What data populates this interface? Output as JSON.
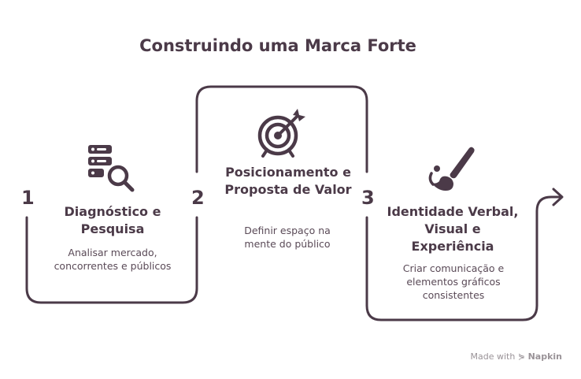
{
  "title": "Construindo uma Marca Forte",
  "steps": [
    {
      "number": "1",
      "title": "Diagnóstico e Pesquisa",
      "description": "Analisar mercado, concorrentes e públicos",
      "icon": "server-search-icon"
    },
    {
      "number": "2",
      "title": "Posicionamento e Proposta de Valor",
      "description": "Definir espaço na mente do público",
      "icon": "target-arrow-icon"
    },
    {
      "number": "3",
      "title": "Identidade Verbal, Visual e Experiência",
      "description": "Criar comunicação e elementos gráficos consistentes",
      "icon": "paintbrush-icon"
    }
  ],
  "footer": {
    "made_with": "Made with",
    "brand": "Napkin"
  },
  "colors": {
    "primary": "#4b3a48",
    "muted": "#9a9398"
  }
}
